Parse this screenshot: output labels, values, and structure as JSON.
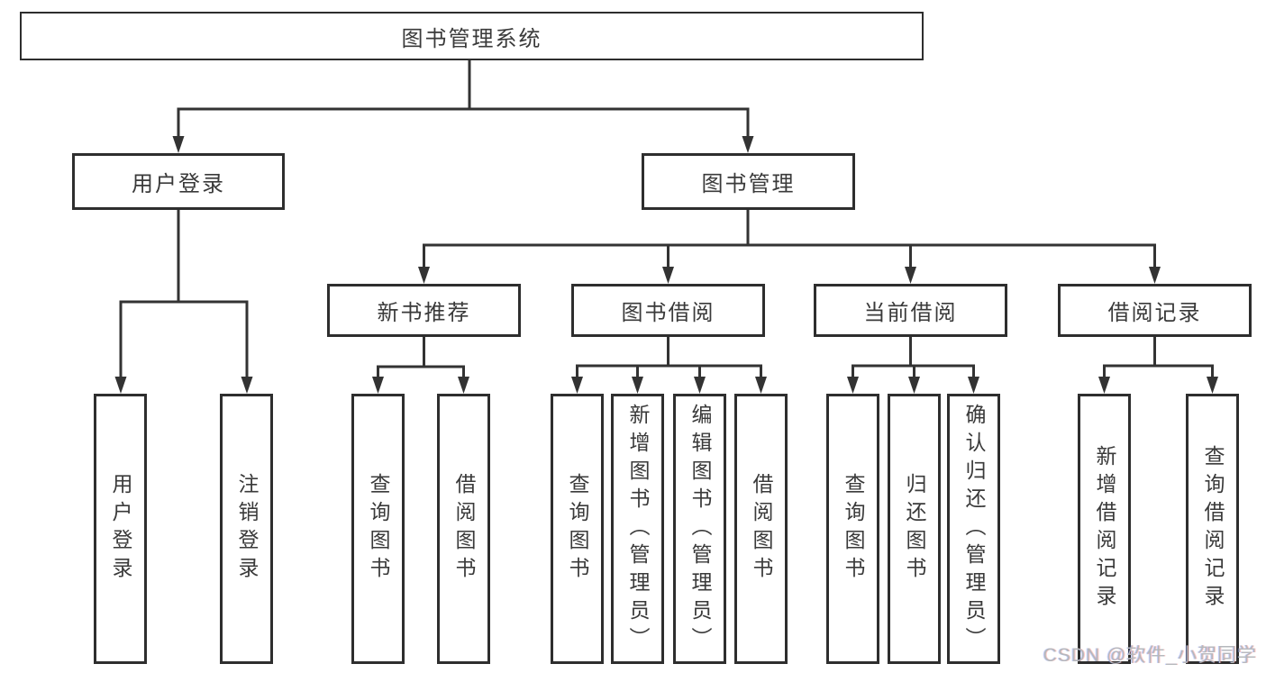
{
  "diagram": {
    "title": "图书管理系统",
    "root": {
      "label": "图书管理系统"
    },
    "branches": [
      {
        "label": "用户登录",
        "children_labels": [
          "用户登录",
          "注销登录"
        ]
      },
      {
        "label": "图书管理",
        "children": [
          {
            "label": "新书推荐",
            "children_labels": [
              "查询图书",
              "借阅图书"
            ]
          },
          {
            "label": "图书借阅",
            "children_labels": [
              "查询图书",
              "新增图书（管理员）",
              "编辑图书（管理员）",
              "借阅图书"
            ]
          },
          {
            "label": "当前借阅",
            "children_labels": [
              "查询图书",
              "归还图书",
              "确认归还（管理员）"
            ]
          },
          {
            "label": "借阅记录",
            "children_labels": [
              "新增借阅记录",
              "查询借阅记录"
            ]
          }
        ]
      }
    ]
  },
  "watermark": {
    "text": "CSDN @软件_小贺同学"
  },
  "colors": {
    "line": "#333333",
    "border": "#2e2e2e",
    "text": "#3a3a3a",
    "bg": "#ffffff",
    "wm": "#b5b8bc"
  }
}
